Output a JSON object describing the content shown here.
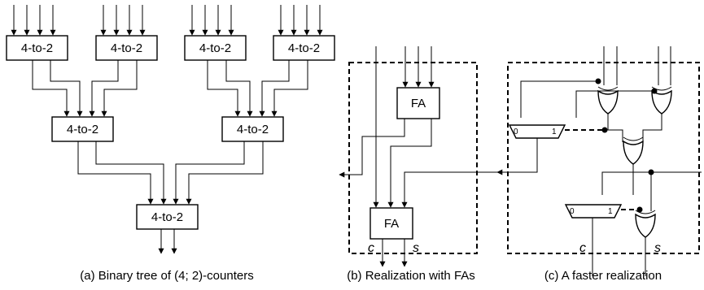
{
  "counter_label": "4-to-2",
  "fa_label": "FA",
  "output_c": "c",
  "output_s": "s",
  "mux_in0": "0",
  "mux_in1": "1",
  "captions": {
    "a": "(a) Binary tree of (4; 2)-counters",
    "b": "(b) Realization with FAs",
    "c": "(c) A faster realization"
  }
}
